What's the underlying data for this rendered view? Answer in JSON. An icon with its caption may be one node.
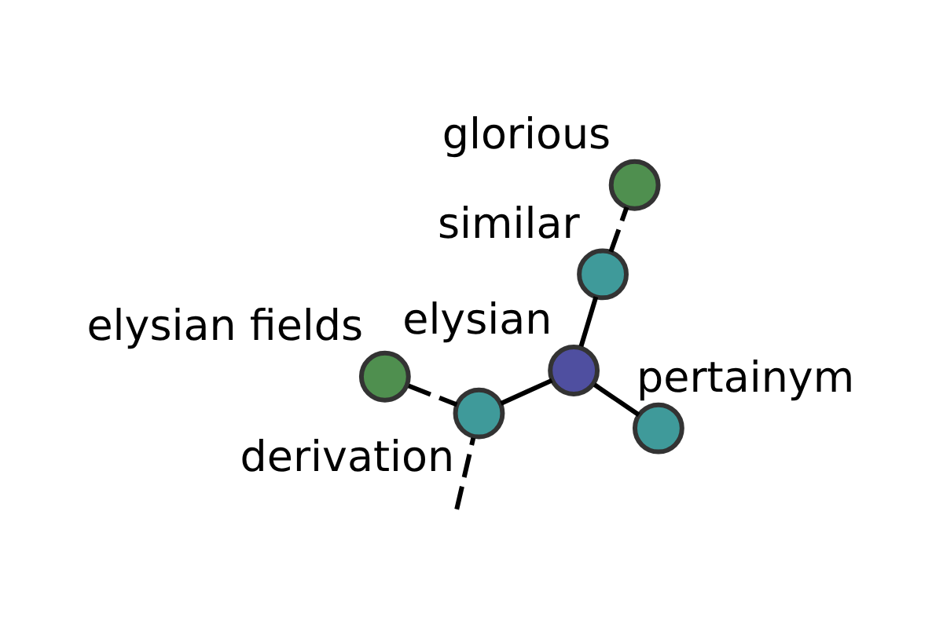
{
  "diagram": {
    "nodes": [
      {
        "text": [
          "elysian fields"
        ]
      },
      {
        "text": [
          "derivation"
        ]
      },
      {
        "text": [
          "pertainym"
        ]
      },
      {
        "text": [
          "elysian"
        ]
      },
      {
        "text": [
          "similar"
        ]
      },
      {
        "text": [
          "glorious"
        ]
      }
    ],
    "edges": [
      {
        "from": null,
        "to": 1,
        "arrow": "none",
        "style": "dashed"
      },
      {
        "from": 0,
        "to": 1,
        "arrow": "none",
        "style": "dashed"
      },
      {
        "from": 1,
        "to": 3,
        "arrow": "none"
      },
      {
        "from": 2,
        "to": 3,
        "arrow": "none"
      },
      {
        "from": 3,
        "to": 4,
        "arrow": "none"
      },
      {
        "from": 4,
        "to": 5,
        "arrow": "none",
        "style": "dashed"
      }
    ]
  }
}
